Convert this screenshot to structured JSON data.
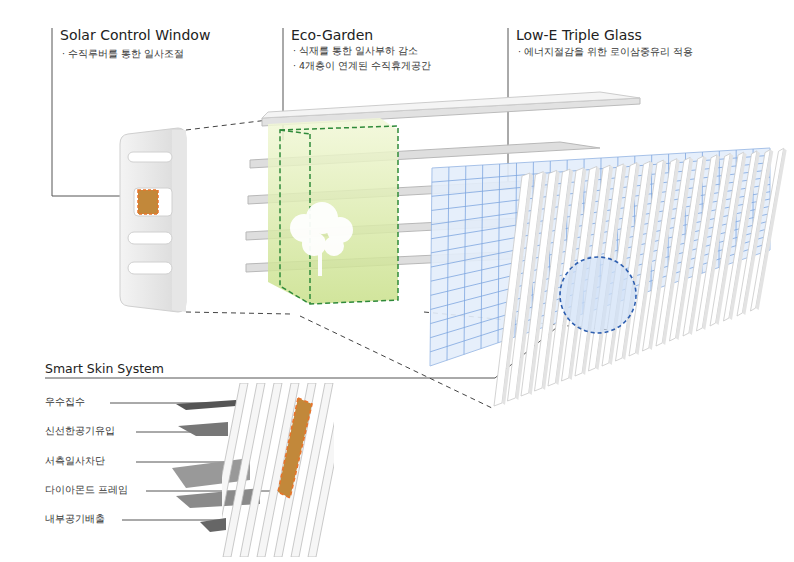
{
  "diagram": {
    "labels": [
      "Solar Control Window",
      "· 수직루버를 통한 일사조절",
      "Eco-Garden",
      "· 식재를 통한 일사부하 감소",
      "· 4개층이 연계된 수직휴게공간",
      "Low-E Triple Glass",
      "· 에너지절감을 위한 로이삼중유리 적용",
      "Smart Skin System",
      "우수집수",
      "신선한공기유입",
      "서측일사차단",
      "다이아몬드 프레임",
      "내부공기배출"
    ]
  }
}
